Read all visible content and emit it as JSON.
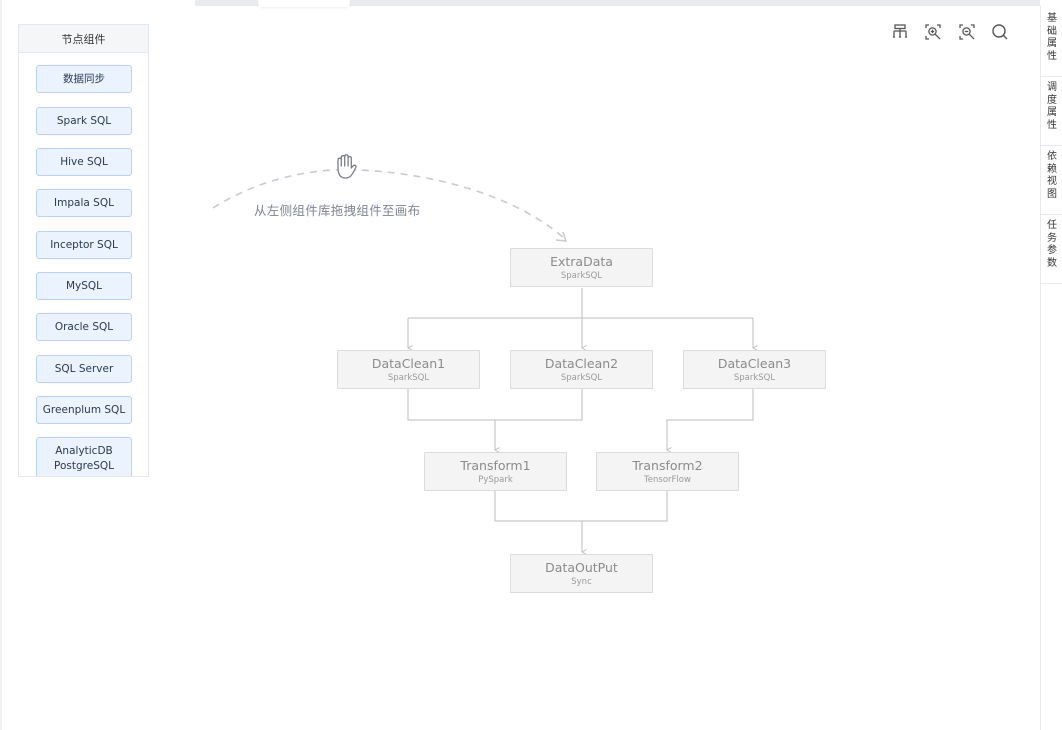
{
  "palette": {
    "title": "节点组件",
    "items": [
      {
        "label": "数据同步"
      },
      {
        "label": "Spark SQL"
      },
      {
        "label": "Hive SQL"
      },
      {
        "label": "Impala SQL"
      },
      {
        "label": "Inceptor SQL"
      },
      {
        "label": "MySQL"
      },
      {
        "label": "Oracle SQL"
      },
      {
        "label": "SQL Server"
      },
      {
        "label": "Greenplum SQL"
      },
      {
        "label": "AnalyticDB PostgreSQL"
      }
    ]
  },
  "toolbar": {
    "icons": [
      "layout-tree-icon",
      "zoom-in-icon",
      "zoom-out-icon",
      "search-icon"
    ]
  },
  "side_tabs": [
    {
      "label": "基础属性"
    },
    {
      "label": "调度属性"
    },
    {
      "label": "依赖视图"
    },
    {
      "label": "任务参数"
    }
  ],
  "canvas": {
    "hint": "从左侧组件库拖拽组件至画布",
    "hint_icon": "hand-drag-icon"
  },
  "nodes": [
    {
      "id": "extra",
      "title": "ExtraData",
      "sub": "SparkSQL"
    },
    {
      "id": "clean1",
      "title": "DataClean1",
      "sub": "SparkSQL"
    },
    {
      "id": "clean2",
      "title": "DataClean2",
      "sub": "SparkSQL"
    },
    {
      "id": "clean3",
      "title": "DataClean3",
      "sub": "SparkSQL"
    },
    {
      "id": "transform1",
      "title": "Transform1",
      "sub": "PySpark"
    },
    {
      "id": "transform2",
      "title": "Transform2",
      "sub": "TensorFlow"
    },
    {
      "id": "output",
      "title": "DataOutPut",
      "sub": "Sync"
    }
  ],
  "colors": {
    "palette_item_bg": "#eaf3ff",
    "palette_item_border": "#b9d3f6",
    "node_bg": "#f4f4f4",
    "node_border": "#dcdcdc",
    "edge": "#bdbdbd",
    "hint_dash": "#c8ccd2"
  }
}
